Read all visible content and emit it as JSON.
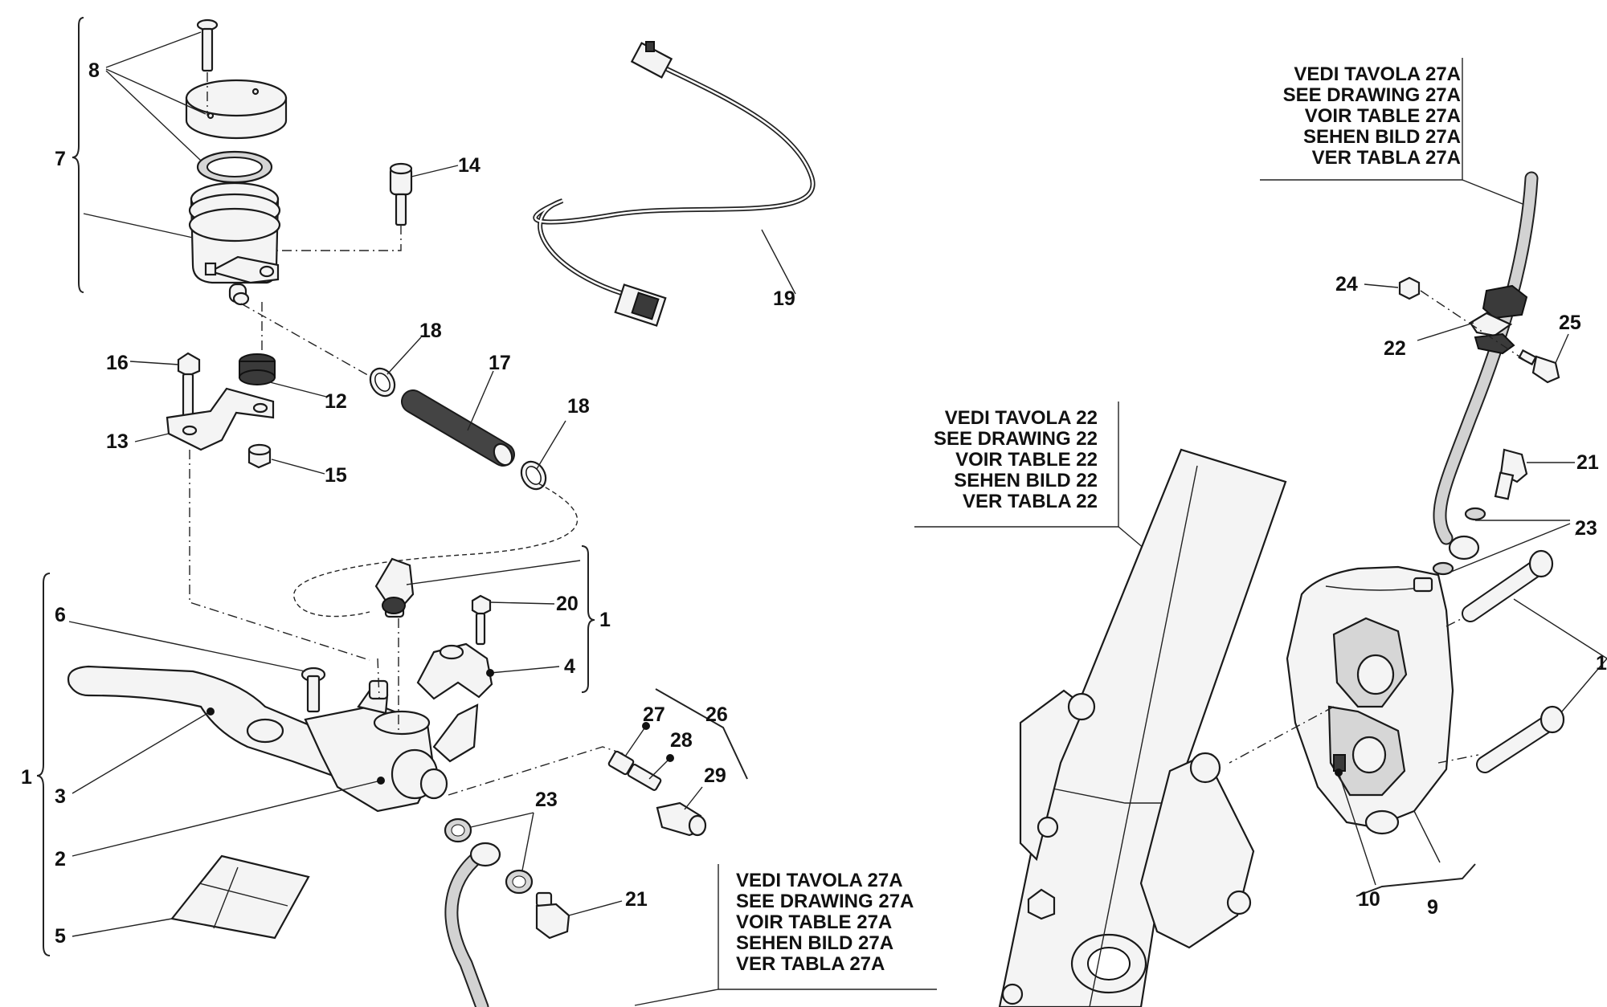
{
  "callouts": [
    {
      "id": "c8",
      "text": "8"
    },
    {
      "id": "c7",
      "text": "7"
    },
    {
      "id": "c14",
      "text": "14"
    },
    {
      "id": "c19",
      "text": "19"
    },
    {
      "id": "c16",
      "text": "16"
    },
    {
      "id": "c12",
      "text": "12"
    },
    {
      "id": "c13",
      "text": "13"
    },
    {
      "id": "c15",
      "text": "15"
    },
    {
      "id": "c18a",
      "text": "18"
    },
    {
      "id": "c17",
      "text": "17"
    },
    {
      "id": "c18b",
      "text": "18"
    },
    {
      "id": "c6",
      "text": "6"
    },
    {
      "id": "c20",
      "text": "20"
    },
    {
      "id": "c1a",
      "text": "1"
    },
    {
      "id": "c4",
      "text": "4"
    },
    {
      "id": "c1b",
      "text": "1"
    },
    {
      "id": "c3",
      "text": "3"
    },
    {
      "id": "c2",
      "text": "2"
    },
    {
      "id": "c27",
      "text": "27"
    },
    {
      "id": "c26",
      "text": "26"
    },
    {
      "id": "c28",
      "text": "28"
    },
    {
      "id": "c29",
      "text": "29"
    },
    {
      "id": "c23a",
      "text": "23"
    },
    {
      "id": "c21a",
      "text": "21"
    },
    {
      "id": "c5",
      "text": "5"
    },
    {
      "id": "c24",
      "text": "24"
    },
    {
      "id": "c25",
      "text": "25"
    },
    {
      "id": "c22",
      "text": "22"
    },
    {
      "id": "c21b",
      "text": "21"
    },
    {
      "id": "c23b",
      "text": "23"
    },
    {
      "id": "c11",
      "text": "1"
    },
    {
      "id": "c10",
      "text": "10"
    },
    {
      "id": "c9",
      "text": "9"
    }
  ],
  "references": {
    "ref27a_top": [
      "VEDI TAVOLA 27A",
      "SEE DRAWING 27A",
      "VOIR TABLE 27A",
      "SEHEN BILD 27A",
      "VER TABLA 27A"
    ],
    "ref22": [
      "VEDI TAVOLA 22",
      "SEE DRAWING 22",
      "VOIR TABLE 22",
      "SEHEN BILD 22",
      "VER TABLA 22"
    ],
    "ref27a_bottom": [
      "VEDI TAVOLA 27A",
      "SEE DRAWING 27A",
      "VOIR TABLE 27A",
      "SEHEN BILD 27A",
      "VER TABLA 27A"
    ]
  }
}
